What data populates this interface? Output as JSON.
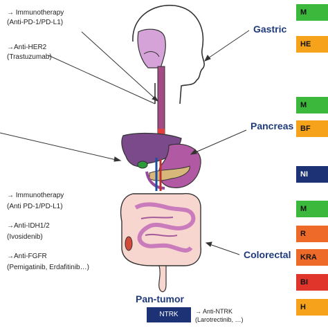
{
  "left_labels": {
    "immunotherapy_top": "→ Immunotherapy",
    "pd1_top": "(Anti-PD-1/PD-L1)",
    "her2": "→Anti-HER2",
    "trastuzumab": "(Trastuzumab)",
    "immunotherapy_bottom": "→ Immunotherapy",
    "pd1_bottom": "(Anti PD-1/PD-L1)",
    "idh": "→Anti-IDH1/2",
    "ivosidenib": "(Ivosidenib)",
    "fgfr": "→Anti-FGFR",
    "fgfr_drugs": "(Pemigatinib, Erdafitinib…)"
  },
  "organs": {
    "gastric": "Gastric",
    "pancreas": "Pancreas",
    "colorectal": "Colorectal",
    "pan_tumor": "Pan-tumor"
  },
  "ntrk": {
    "label": "NTRK",
    "drug": "→ Anti-NTRK",
    "drug_names": "(Larotrectinib, …)"
  },
  "badges": {
    "gastric_1": "M",
    "gastric_2": "HE",
    "pancreas_1": "M",
    "pancreas_2": "BF",
    "pancreas_3": "NI",
    "colorectal_1": "M",
    "colorectal_2": "R",
    "colorectal_3": "KRA",
    "colorectal_4": "BI",
    "colorectal_5": "H"
  },
  "colors": {
    "green": "#3cb83c",
    "orange": "#f7a21b",
    "navy": "#1c3275",
    "red_orange": "#ee6a28",
    "red": "#e0352a",
    "title_blue": "#1f3a7a"
  }
}
